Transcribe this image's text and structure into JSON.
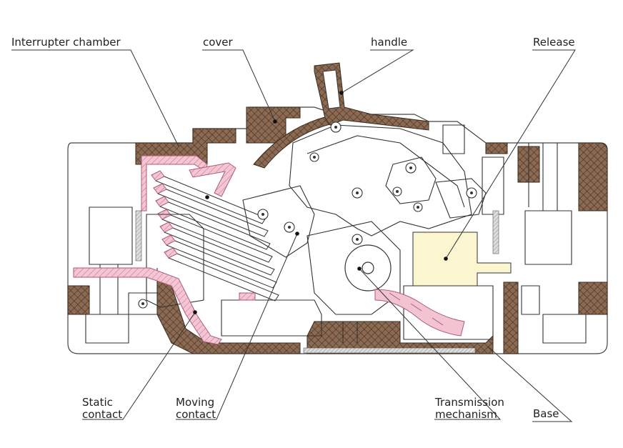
{
  "labels": {
    "interrupter_chamber": "Interrupter chamber",
    "cover": "cover",
    "handle": "handle",
    "release": "Release",
    "static_contact": [
      "Static",
      "contact"
    ],
    "moving_contact": [
      "Moving",
      "contact"
    ],
    "transmission_mechanism": [
      "Transmission",
      "mechanism"
    ],
    "base": "Base"
  },
  "colors": {
    "housing": "#8a6a52",
    "hatch": "#5a4030",
    "pink": "#e8a0b8",
    "release_fill": "#fbf5d0",
    "line": "#333333"
  }
}
